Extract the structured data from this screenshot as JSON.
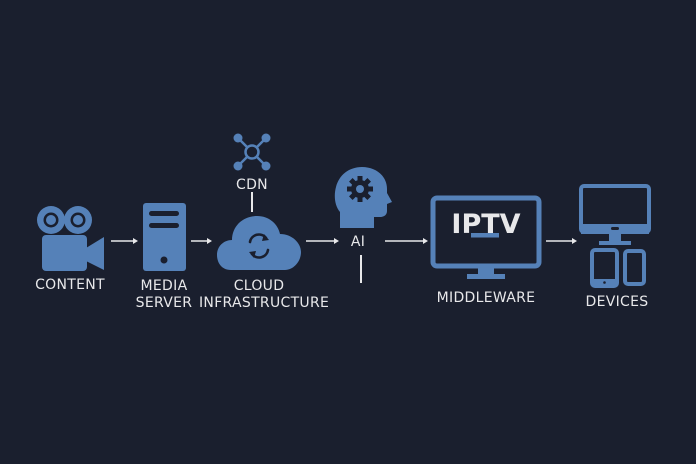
{
  "colors": {
    "background": "#1a1f2e",
    "icon": "#5581b8",
    "text": "#e8e8ea",
    "line": "#e8e8ea"
  },
  "nodes": {
    "content": {
      "label": "CONTENT",
      "icon": "video-camera-icon"
    },
    "media_server": {
      "label_line1": "MEDIA",
      "label_line2": "SERVER",
      "icon": "server-icon"
    },
    "cdn": {
      "label": "CDN",
      "icon": "network-hub-icon"
    },
    "cloud": {
      "label_line1": "CLOUD",
      "label_line2": "INFRASTRUCTURE",
      "icon": "cloud-sync-icon"
    },
    "ai": {
      "label": "AI",
      "icon": "head-gear-icon"
    },
    "middleware": {
      "label": "MIDDLEWARE",
      "screen_text": "IPTV",
      "icon": "monitor-icon"
    },
    "devices": {
      "label": "DEVICES",
      "icon": "devices-icon"
    }
  }
}
